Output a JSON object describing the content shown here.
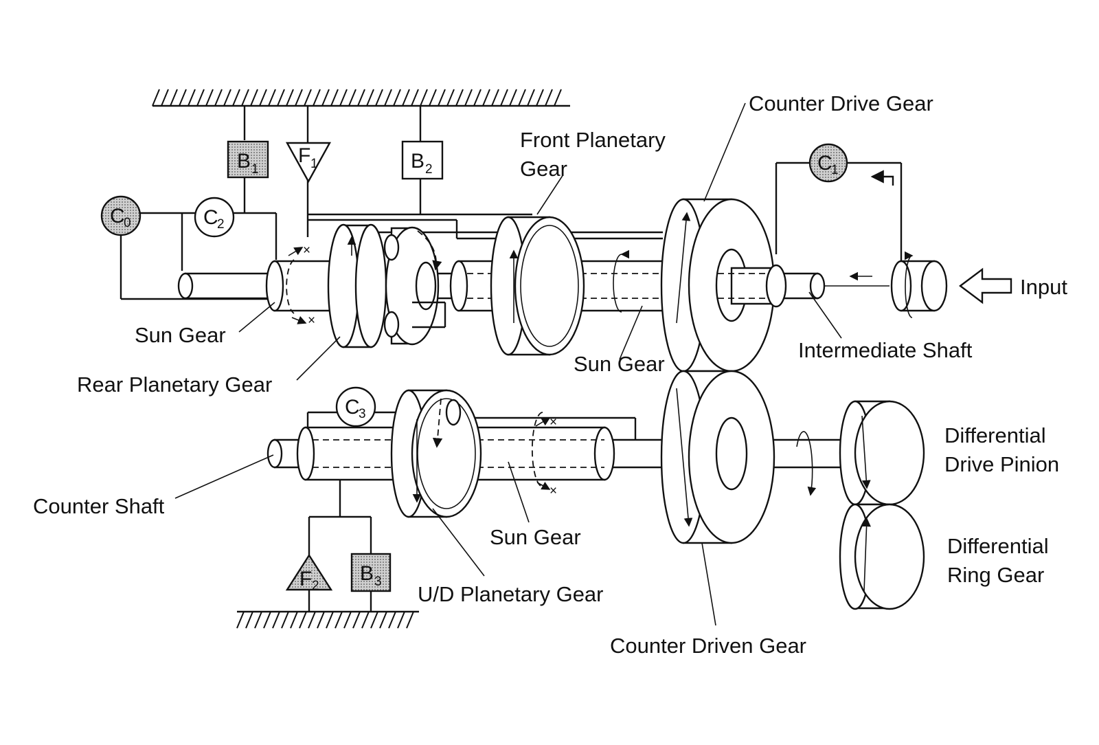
{
  "labels": {
    "counter_drive_gear": "Counter Drive Gear",
    "front_planetary_l1": "Front Planetary",
    "front_planetary_l2": "Gear",
    "input": "Input",
    "intermediate_shaft": "Intermediate Shaft",
    "sun_gear_rear": "Sun Gear",
    "rear_planetary_gear": "Rear Planetary Gear",
    "sun_gear_front": "Sun Gear",
    "differential_drive_l1": "Differential",
    "differential_drive_l2": "Drive Pinion",
    "differential_ring_l1": "Differential",
    "differential_ring_l2": "Ring Gear",
    "counter_shaft": "Counter Shaft",
    "sun_gear_ud": "Sun Gear",
    "ud_planetary_gear": "U/D Planetary Gear",
    "counter_driven_gear": "Counter Driven Gear"
  },
  "elements": {
    "b1": {
      "letter": "B",
      "sub": "1"
    },
    "f1": {
      "letter": "F",
      "sub": "1"
    },
    "b2": {
      "letter": "B",
      "sub": "2"
    },
    "c0": {
      "letter": "C",
      "sub": "0"
    },
    "c2": {
      "letter": "C",
      "sub": "2"
    },
    "c1": {
      "letter": "C",
      "sub": "1"
    },
    "c3": {
      "letter": "C",
      "sub": "3"
    },
    "f2": {
      "letter": "F",
      "sub": "2"
    },
    "b3": {
      "letter": "B",
      "sub": "3"
    }
  },
  "colors": {
    "ink": "#111111",
    "shaded_element": "#b5b5b5",
    "background": "#ffffff"
  }
}
